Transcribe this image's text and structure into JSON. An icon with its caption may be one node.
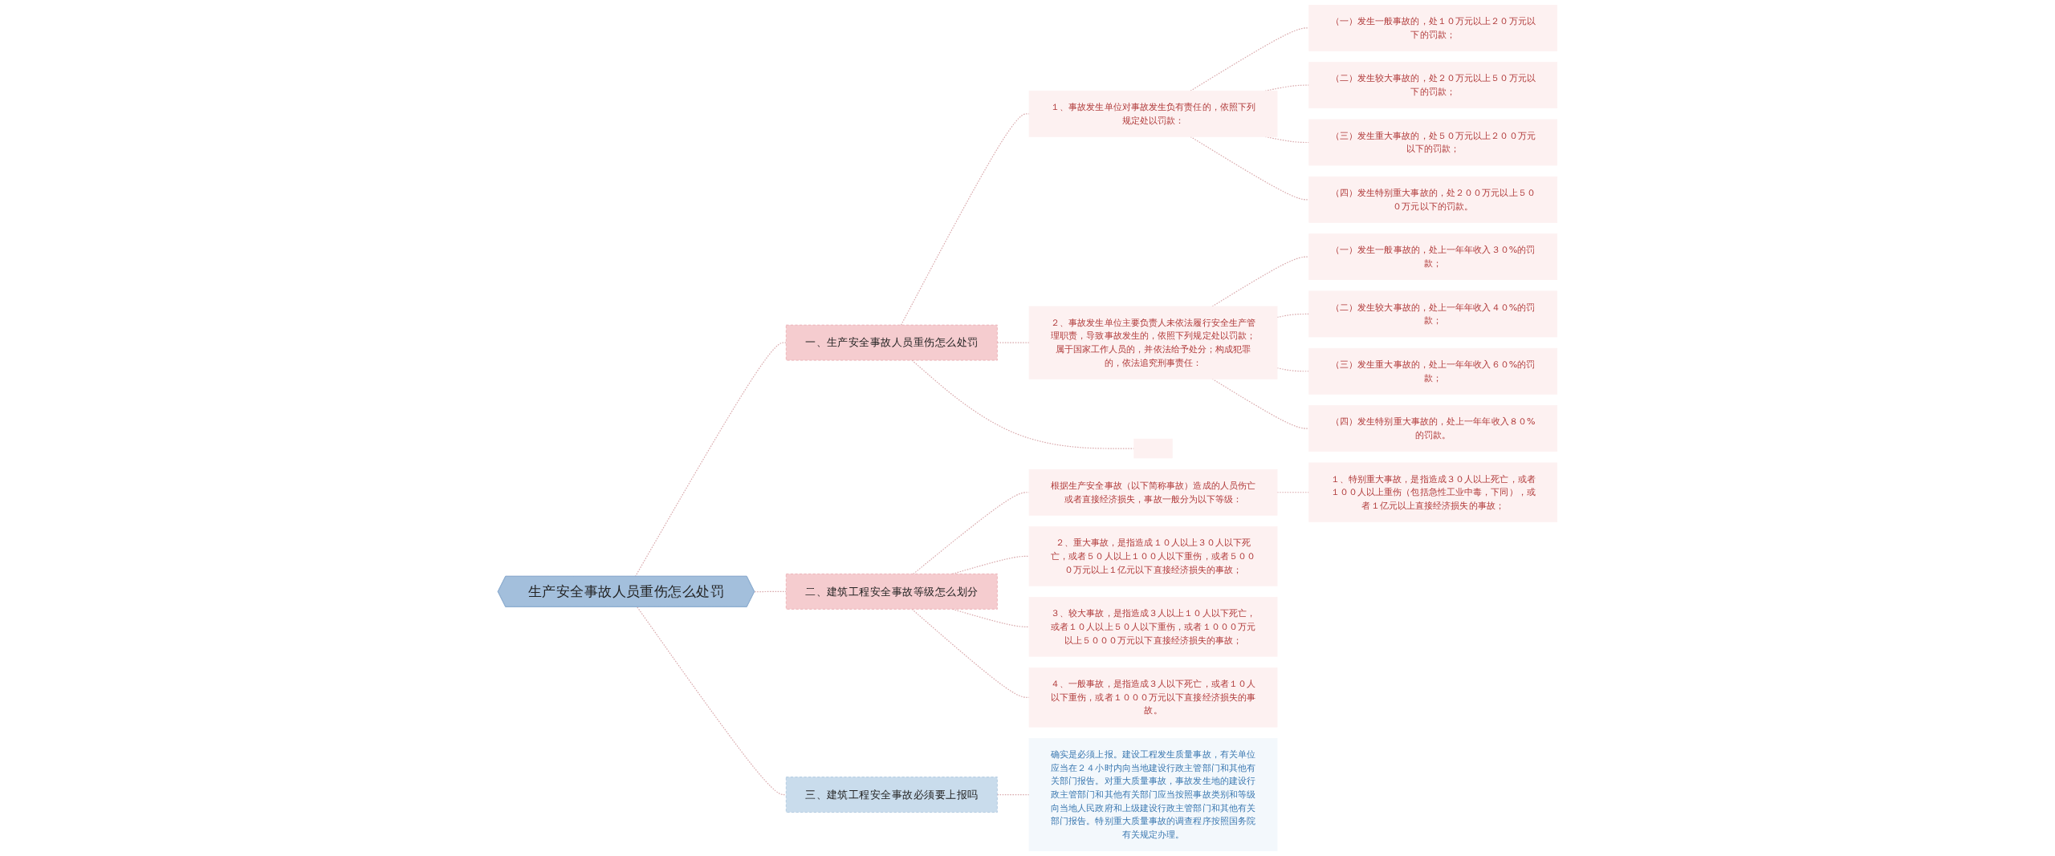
{
  "diagram": {
    "nodes": [
      {
        "text": [
          "生产安全事故人员重伤怎么处罚"
        ]
      },
      {
        "text": [
          "一、生产安全事故人员重伤怎么处罚"
        ]
      },
      {
        "text": [
          "１、事故发生单位对事故发生负有责任的，依照下列规定处以罚款："
        ]
      },
      {
        "text": [
          "（一）发生一般事故的，处１０万元以上２０万元以下的罚款；"
        ]
      },
      {
        "text": [
          "（二）发生较大事故的，处２０万元以上５０万元以下的罚款；"
        ]
      },
      {
        "text": [
          "（三）发生重大事故的，处５０万元以上２００万元以下的罚款；"
        ]
      },
      {
        "text": [
          "（四）发生特别重大事故的，处２００万元以上５００万元以下的罚款。"
        ]
      },
      {
        "text": [
          "２、事故发生单位主要负责人未依法履行安全生产管理职责，导致事故发生的，依照下列规定处以罚款；属于国家工作人员的，并依法给予处分；构成犯罪的，依法追究刑事责任："
        ]
      },
      {
        "text": [
          "（一）发生一般事故的，处上一年年收入３０%的罚款；"
        ]
      },
      {
        "text": [
          "（二）发生较大事故的，处上一年年收入４０%的罚款；"
        ]
      },
      {
        "text": [
          "（三）发生重大事故的，处上一年年收入６０%的罚款；"
        ]
      },
      {
        "text": [
          "（四）发生特别重大事故的，处上一年年收入８０%的罚款。"
        ]
      },
      {
        "text": [],
        "shape": "box"
      },
      {
        "text": [
          "二、建筑工程安全事故等级怎么划分"
        ]
      },
      {
        "text": [
          "根据生产安全事故（以下简称事故）造成的人员伤亡或者直接经济损失，事故一般分为以下等级："
        ]
      },
      {
        "text": [
          "１、特别重大事故，是指造成３０人以上死亡，或者１００人以上重伤（包括急性工业中毒，下同），或者１亿元以上直接经济损失的事故；"
        ]
      },
      {
        "text": [
          "２、重大事故，是指造成１０人以上３０人以下死亡，或者５０人以上１００人以下重伤，或者５０００万元以上１亿元以下直接经济损失的事故；"
        ]
      },
      {
        "text": [
          "３、较大事故，是指造成３人以上１０人以下死亡，或者１０人以上５０人以下重伤，或者１０００万元以上５０００万元以下直接经济损失的事故；"
        ]
      },
      {
        "text": [
          "４、一般事故，是指造成３人以下死亡，或者１０人以下重伤，或者１０００万元以下直接经济损失的事故。"
        ]
      },
      {
        "text": [
          "三、建筑工程安全事故必须要上报吗"
        ]
      },
      {
        "text": [
          "确实是必须上报。建设工程发生质量事故，有关单位应当在２４小时内向当地建设行政主管部门和其他有关部门报告。对重大质量事故，事故发生地的建设行政主管部门和其他有关部门应当按照事故类别和等级向当地人民政府和上级建设行政主管部门和其他有关部门报告。特别重大质量事故的调查程序按照国务院有关规定办理。"
        ]
      }
    ],
    "edges": [
      {
        "from": 0,
        "to": 1,
        "arrow": "none",
        "style": "dashed"
      },
      {
        "from": 1,
        "to": 2,
        "arrow": "none",
        "style": "dashed"
      },
      {
        "from": 2,
        "to": 3,
        "arrow": "none",
        "style": "dashed"
      },
      {
        "from": 2,
        "to": 4,
        "arrow": "none",
        "style": "dashed"
      },
      {
        "from": 2,
        "to": 5,
        "arrow": "none",
        "style": "dashed"
      },
      {
        "from": 2,
        "to": 6,
        "arrow": "none",
        "style": "dashed"
      },
      {
        "from": 1,
        "to": 7,
        "arrow": "none",
        "style": "dashed"
      },
      {
        "from": 7,
        "to": 8,
        "arrow": "none",
        "style": "dashed"
      },
      {
        "from": 7,
        "to": 9,
        "arrow": "none",
        "style": "dashed"
      },
      {
        "from": 7,
        "to": 10,
        "arrow": "none",
        "style": "dashed"
      },
      {
        "from": 7,
        "to": 11,
        "arrow": "none",
        "style": "dashed"
      },
      {
        "from": 1,
        "to": 12,
        "arrow": "none",
        "style": "dashed"
      },
      {
        "from": 0,
        "to": 13,
        "arrow": "none",
        "style": "dashed"
      },
      {
        "from": 13,
        "to": 14,
        "arrow": "none",
        "style": "dashed"
      },
      {
        "from": 14,
        "to": 15,
        "arrow": "none",
        "style": "dashed"
      },
      {
        "from": 13,
        "to": 16,
        "arrow": "none",
        "style": "dashed"
      },
      {
        "from": 13,
        "to": 17,
        "arrow": "none",
        "style": "dashed"
      },
      {
        "from": 13,
        "to": 18,
        "arrow": "none",
        "style": "dashed"
      },
      {
        "from": 0,
        "to": 19,
        "arrow": "none",
        "style": "dashed"
      },
      {
        "from": 19,
        "to": 20,
        "arrow": "none",
        "style": "dashed"
      }
    ]
  }
}
